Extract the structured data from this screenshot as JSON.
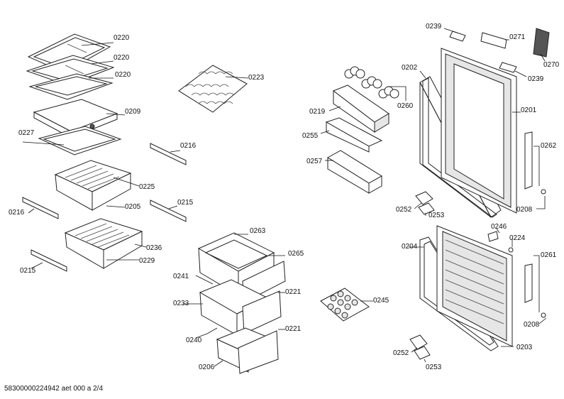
{
  "labels": {
    "l0220a": "0220",
    "l0220b": "0220",
    "l0220c": "0220",
    "l0209": "0209",
    "l0227": "0227",
    "l0223": "0223",
    "l0216a": "0216",
    "l0216b": "0216",
    "l0225": "0225",
    "l0205": "0205",
    "l0215a": "0215",
    "l0215b": "0215",
    "l0236": "0236",
    "l0229": "0229",
    "l0239a": "0239",
    "l0239b": "0239",
    "l0271": "0271",
    "l0270": "0270",
    "l0202": "0202",
    "l0260": "0260",
    "l0219": "0219",
    "l0255": "0255",
    "l0257": "0257",
    "l0201": "0201",
    "l0262": "0262",
    "l0252a": "0252",
    "l0253a": "0253",
    "l0208a": "0208",
    "l0263": "0263",
    "l0265": "0265",
    "l0241": "0241",
    "l0233": "0233",
    "l0221a": "0221",
    "l0221b": "0221",
    "l0240": "0240",
    "l0206": "0206",
    "l0245": "0245",
    "l0246": "0246",
    "l0224": "0224",
    "l0204": "0204",
    "l0261": "0261",
    "l0208b": "0208",
    "l0203": "0203",
    "l0252b": "0252",
    "l0253b": "0253"
  },
  "footer": "58300000224942 aet 000 a 2/4"
}
